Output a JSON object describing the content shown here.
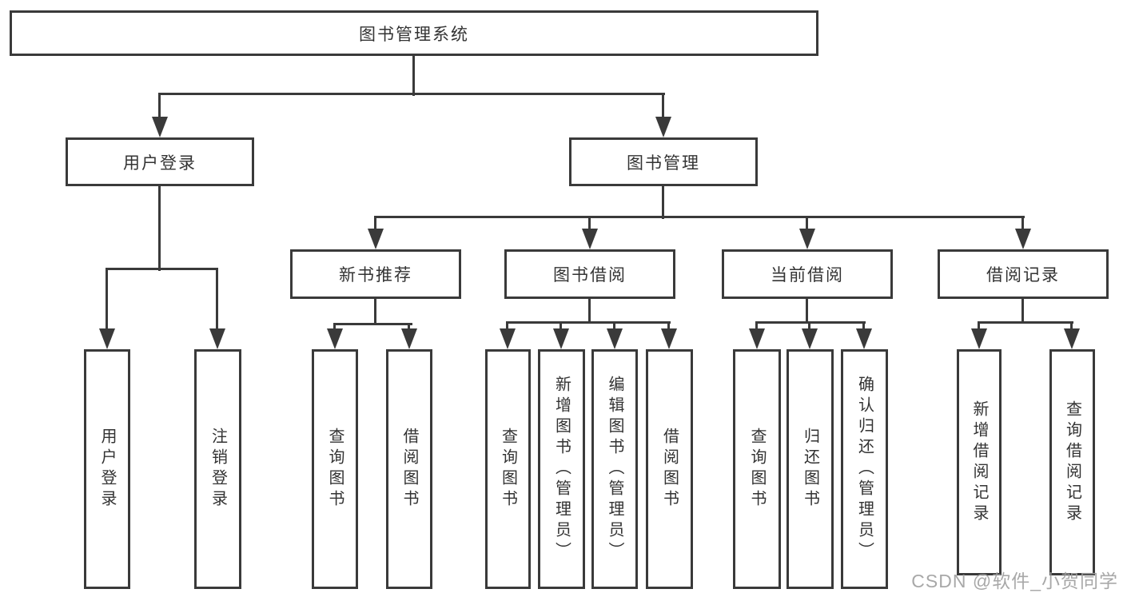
{
  "colors": {
    "line": "#3a3a3a",
    "text": "#333333",
    "background": "#ffffff",
    "watermark": "#9e9e9e"
  },
  "watermark": {
    "text": "CSDN @软件_小贺同学"
  },
  "diagram": {
    "nodes": {
      "root": "图书管理系统",
      "user_login": "用户登录",
      "book_mgmt": "图书管理",
      "user_login_sub": "用户登录",
      "logout": "注销登录",
      "new_book_rec": "新书推荐",
      "book_borrow": "图书借阅",
      "current_borrow": "当前借阅",
      "borrow_records": "借阅记录",
      "nb_query": "查询图书",
      "nb_borrow": "借阅图书",
      "bb_query": "查询图书",
      "bb_add": "新增图书（管理员）",
      "bb_edit": "编辑图书（管理员）",
      "bb_borrow": "借阅图书",
      "cb_query": "查询图书",
      "cb_return": "归还图书",
      "cb_confirm": "确认归还（管理员）",
      "br_add": "新增借阅记录",
      "br_query": "查询借阅记录"
    }
  }
}
